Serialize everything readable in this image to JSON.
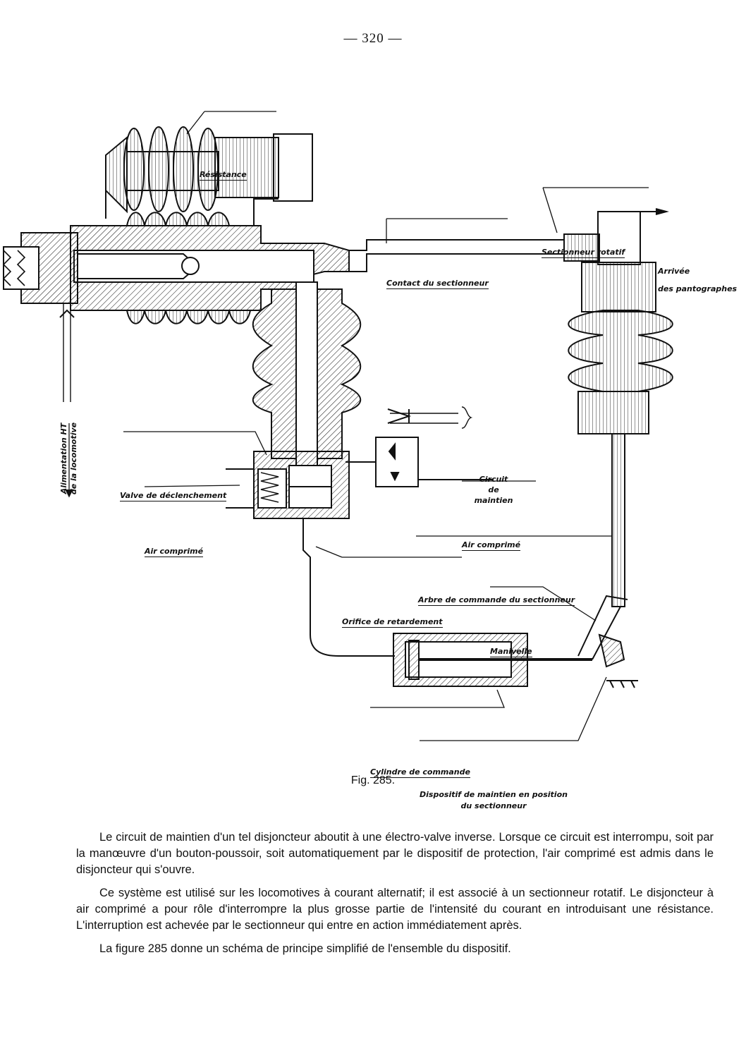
{
  "page_number": "— 320 —",
  "figure": {
    "labels": {
      "resistance": "Résistance",
      "sectionneur_rotatif": "Sectionneur rotatif",
      "arrivee_line1": "Arrivée",
      "arrivee_line2": "des pantographes",
      "contact_sectionneur": "Contact du sectionneur",
      "circuit_line1": "Circuit",
      "circuit_line2": "de",
      "circuit_line3": "maintien",
      "valve": "Valve de déclenchement",
      "air_comprime_left": "Air comprimé",
      "air_comprime_right": "Air comprimé",
      "arbre": "Arbre de commande du sectionneur",
      "orifice": "Orifice de retardement",
      "manivelle": "Manivelle",
      "cylindre": "Cylindre de commande",
      "dispositif_line1": "Dispositif de maintien en position",
      "dispositif_line2": "du sectionneur",
      "alimentation_line1": "Alimentation HT",
      "alimentation_line2": "de la locomotive"
    },
    "caption": "Fig. 285."
  },
  "paragraphs": [
    "Le circuit de maintien d'un tel disjoncteur aboutit à une électro-valve inverse. Lorsque ce circuit est interrompu, soit par la manœuvre d'un bouton-poussoir, soit automatiquement par le dispositif de protection, l'air comprimé est admis dans le disjoncteur qui s'ouvre.",
    "Ce système est utilisé sur les locomotives à courant alternatif; il est associé à un sectionneur rotatif. Le disjoncteur à air comprimé a pour rôle d'interrompre la plus grosse partie de l'intensité du courant en introduisant une résistance. L'interruption est achevée par le sectionneur qui entre en action immédiatement après.",
    "La figure 285 donne un schéma de principe simplifié de l'ensemble du dispositif."
  ]
}
